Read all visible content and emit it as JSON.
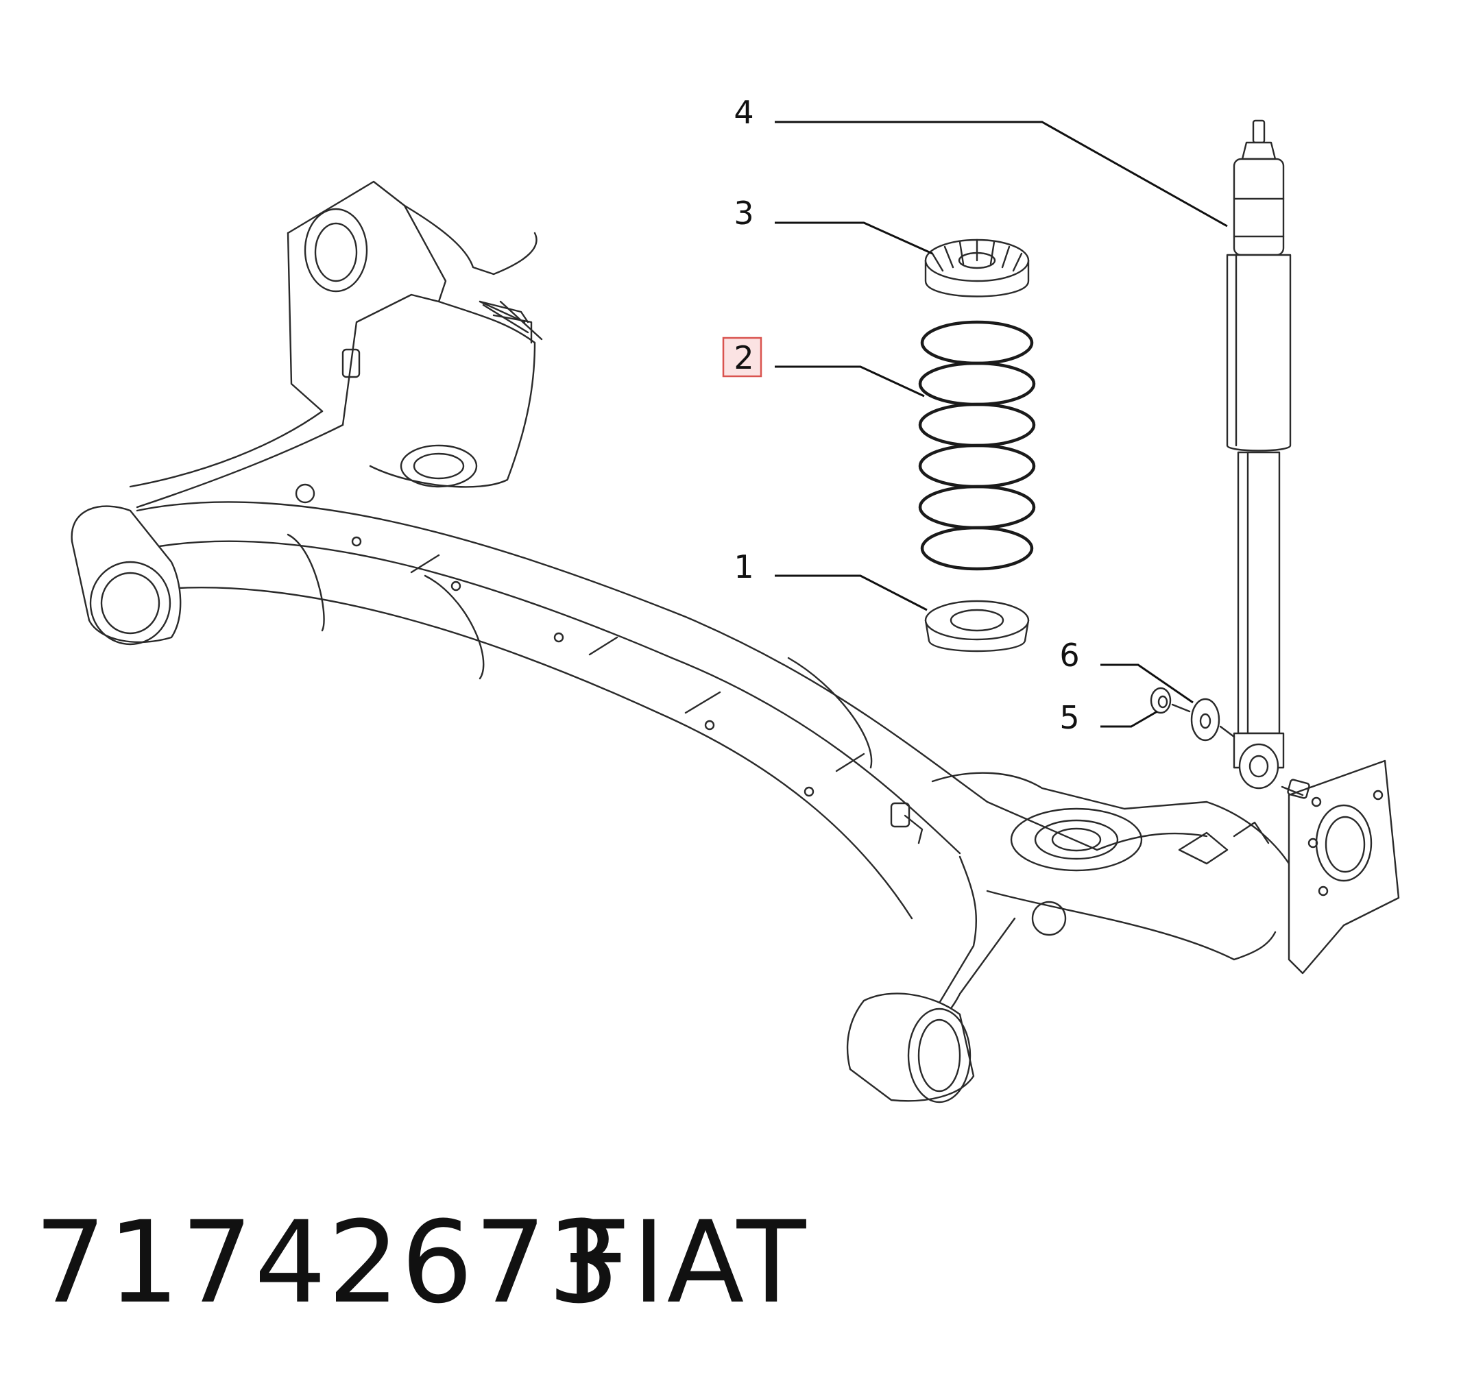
{
  "diagram": {
    "callouts": [
      {
        "label": "4",
        "part": "shock-absorber"
      },
      {
        "label": "3",
        "part": "upper-spring-seat"
      },
      {
        "label": "2",
        "part": "coil-spring",
        "highlighted": true
      },
      {
        "label": "1",
        "part": "lower-spring-seat"
      },
      {
        "label": "6",
        "part": "bushing-washer"
      },
      {
        "label": "5",
        "part": "bushing-nut"
      }
    ],
    "highlight_color": "#d9534f",
    "highlight_fill": "#fbe3e3"
  },
  "footer": {
    "part_number": "71742673",
    "brand": "FIAT"
  }
}
